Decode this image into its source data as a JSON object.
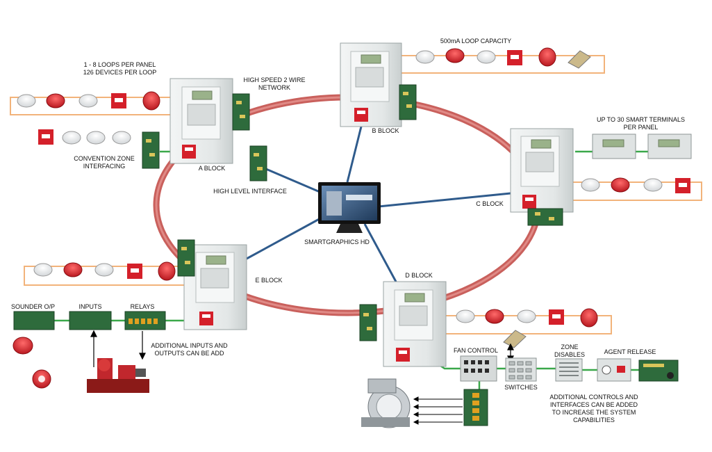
{
  "labels": {
    "loops_per_panel": "1 - 8 LOOPS PER PANEL\n126 DEVICES PER LOOP",
    "network": "HIGH SPEED 2 WIRE\nNETWORK",
    "loop_capacity": "500mA LOOP CAPACITY",
    "smart_terminals": "UP TO 30 SMART TERMINALS\nPER PANEL",
    "convention_zone": "CONVENTION ZONE\nINTERFACING",
    "high_level_interface": "HIGH LEVEL INTERFACE",
    "smartgraphics": "SMARTGRAPHICS HD",
    "a_block": "A BLOCK",
    "b_block": "B BLOCK",
    "c_block": "C BLOCK",
    "d_block": "D BLOCK",
    "e_block": "E BLOCK",
    "sounder": "SOUNDER O/P",
    "inputs": "INPUTS",
    "relays": "RELAYS",
    "additional_io": "ADDITIONAL INPUTS AND\nOUTPUTS CAN BE ADD",
    "fan_control": "FAN CONTROL",
    "zone_disables": "ZONE\nDISABLES",
    "agent_release": "AGENT RELEASE",
    "switches": "SWITCHES",
    "additional_controls": "ADDITIONAL CONTROLS AND\nINTERFACES CAN BE ADDED\nTO INCREASE THE SYSTEM\nCAPABILITIES"
  },
  "colors": {
    "network_ring": "#c9605c",
    "loop_wire": "#f2b37a",
    "data_link": "#2f5b8c",
    "conventional_wire": "#3aa84a",
    "panel_body": "#e9ecec",
    "panel_red": "#d4202a",
    "pcb_green": "#2e6b3c"
  }
}
